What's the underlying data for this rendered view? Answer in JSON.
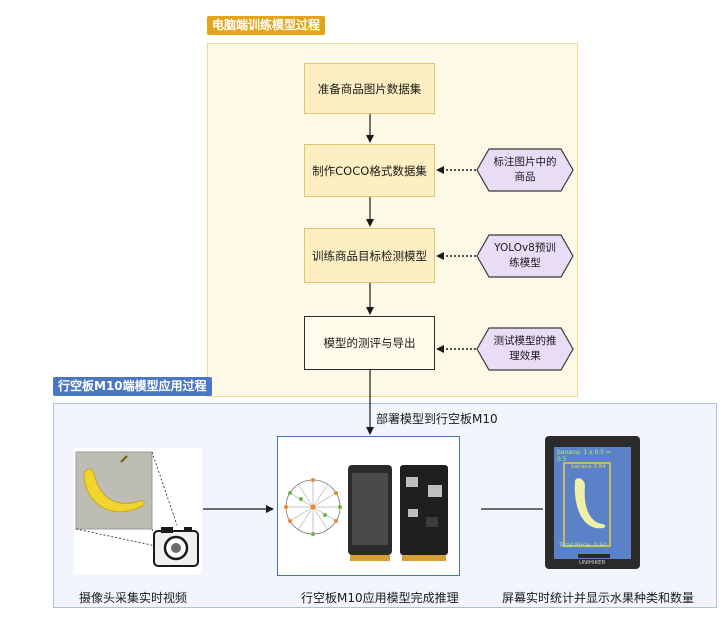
{
  "pc_section": {
    "title": "电脑端训练模型过程",
    "steps": [
      "准备商品图片数据集",
      "制作COCO格式数据集",
      "训练商品目标检测模型",
      "模型的测评与导出"
    ],
    "notes": [
      {
        "line1": "标注图片中的",
        "line2": "商品"
      },
      {
        "line1": "YOLOv8预训",
        "line2": "练模型"
      },
      {
        "line1": "测试模型的推",
        "line2": "理效果"
      }
    ]
  },
  "device_section": {
    "title": "行空板M10端模型应用过程",
    "deploy_label": "部署模型到行空板M10",
    "captions": {
      "camera": "摄像头采集实时视频",
      "board": "行空板M10应用模型完成推理",
      "screen": "屏幕实时统计并显示水果种类和数量"
    },
    "screen": {
      "detection_text": "banana: 1 x 0.5 =",
      "detection_value": "0.5",
      "box_label": "banana 0.84",
      "total_text": "Total Price: 0.50",
      "brand": "UNIHIKER"
    }
  },
  "colors": {
    "pc_title_bg": "#e4a419",
    "pc_box_bg": "#fdf9e6",
    "step_bg": "#fdefc2",
    "note_bg": "#e8dcf7",
    "device_title_bg": "#4a76c4",
    "device_box_bg": "#f2f6fc",
    "banana": "#f0d531"
  }
}
